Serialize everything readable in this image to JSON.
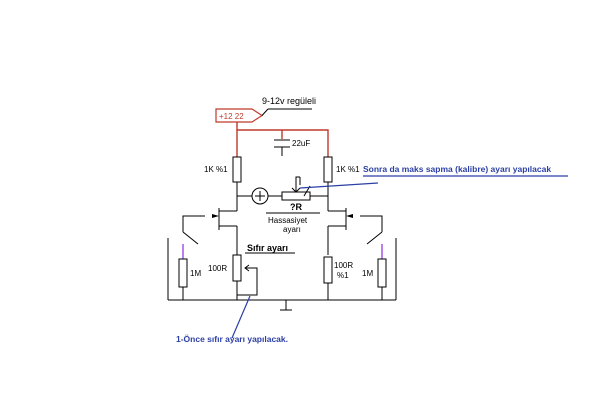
{
  "supply": {
    "regulated_label": "9-12v regüleli",
    "input_label": "+12 22"
  },
  "capacitor": {
    "label": "22uF"
  },
  "resistors": {
    "left_top": "1K %1",
    "right_top": "1K %1",
    "left_bottom": "100R",
    "right_bottom_value": "100R",
    "right_bottom_tol": "%1",
    "far_left": "1M",
    "far_right": "1M"
  },
  "sensitivity": {
    "value": "?R",
    "title_line1": "Hassasiyet",
    "title_line2": "ayarı"
  },
  "zero_adjust": {
    "label": "Sıfır ayarı"
  },
  "notes": {
    "calibration": "Sonra da maks sapma (kalibre) ayarı yapılacak",
    "first_zero": "1-Önce sıfır ayarı yapılacak."
  },
  "colors": {
    "supply_wire": "#c0392b",
    "annotation": "#2b3fa6",
    "probe": "#8a2be2"
  }
}
